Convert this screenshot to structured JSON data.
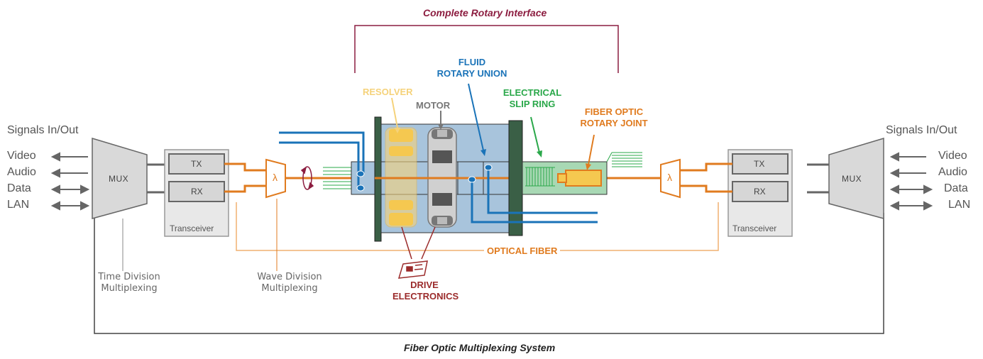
{
  "diagram": {
    "top_title": "Complete Rotary Interface",
    "bottom_title": "Fiber Optic Multiplexing System",
    "signals_title": "Signals In/Out",
    "signals": [
      "Video",
      "Audio",
      "Data",
      "LAN"
    ],
    "mux_label": "MUX",
    "tx_label": "TX",
    "rx_label": "RX",
    "transceiver_label": "Transceiver",
    "wdm_symbol": "λ",
    "tdm_caption": [
      "Time Division",
      "Multiplexing"
    ],
    "wdm_caption": [
      "Wave Division",
      "Multiplexing"
    ],
    "components": {
      "resolver": "RESOLVER",
      "motor": "MOTOR",
      "fluid_union": [
        "FLUID",
        "ROTARY UNION"
      ],
      "slip_ring": [
        "ELECTRICAL",
        "SLIP RING"
      ],
      "fiber_joint": [
        "FIBER OPTIC",
        "ROTARY JOINT"
      ],
      "optical_fiber": "OPTICAL FIBER",
      "drive_electronics": [
        "DRIVE",
        "ELECTRONICS"
      ]
    },
    "colors": {
      "title_maroon": "#8c1d40",
      "fluid_blue": "#1a73b8",
      "fiber_orange": "#e07b1f",
      "slip_green": "#2aa84a",
      "resolver_yellow": "#f5d27a",
      "motor_gray": "#777777",
      "drive_red": "#9b2b2b"
    }
  }
}
